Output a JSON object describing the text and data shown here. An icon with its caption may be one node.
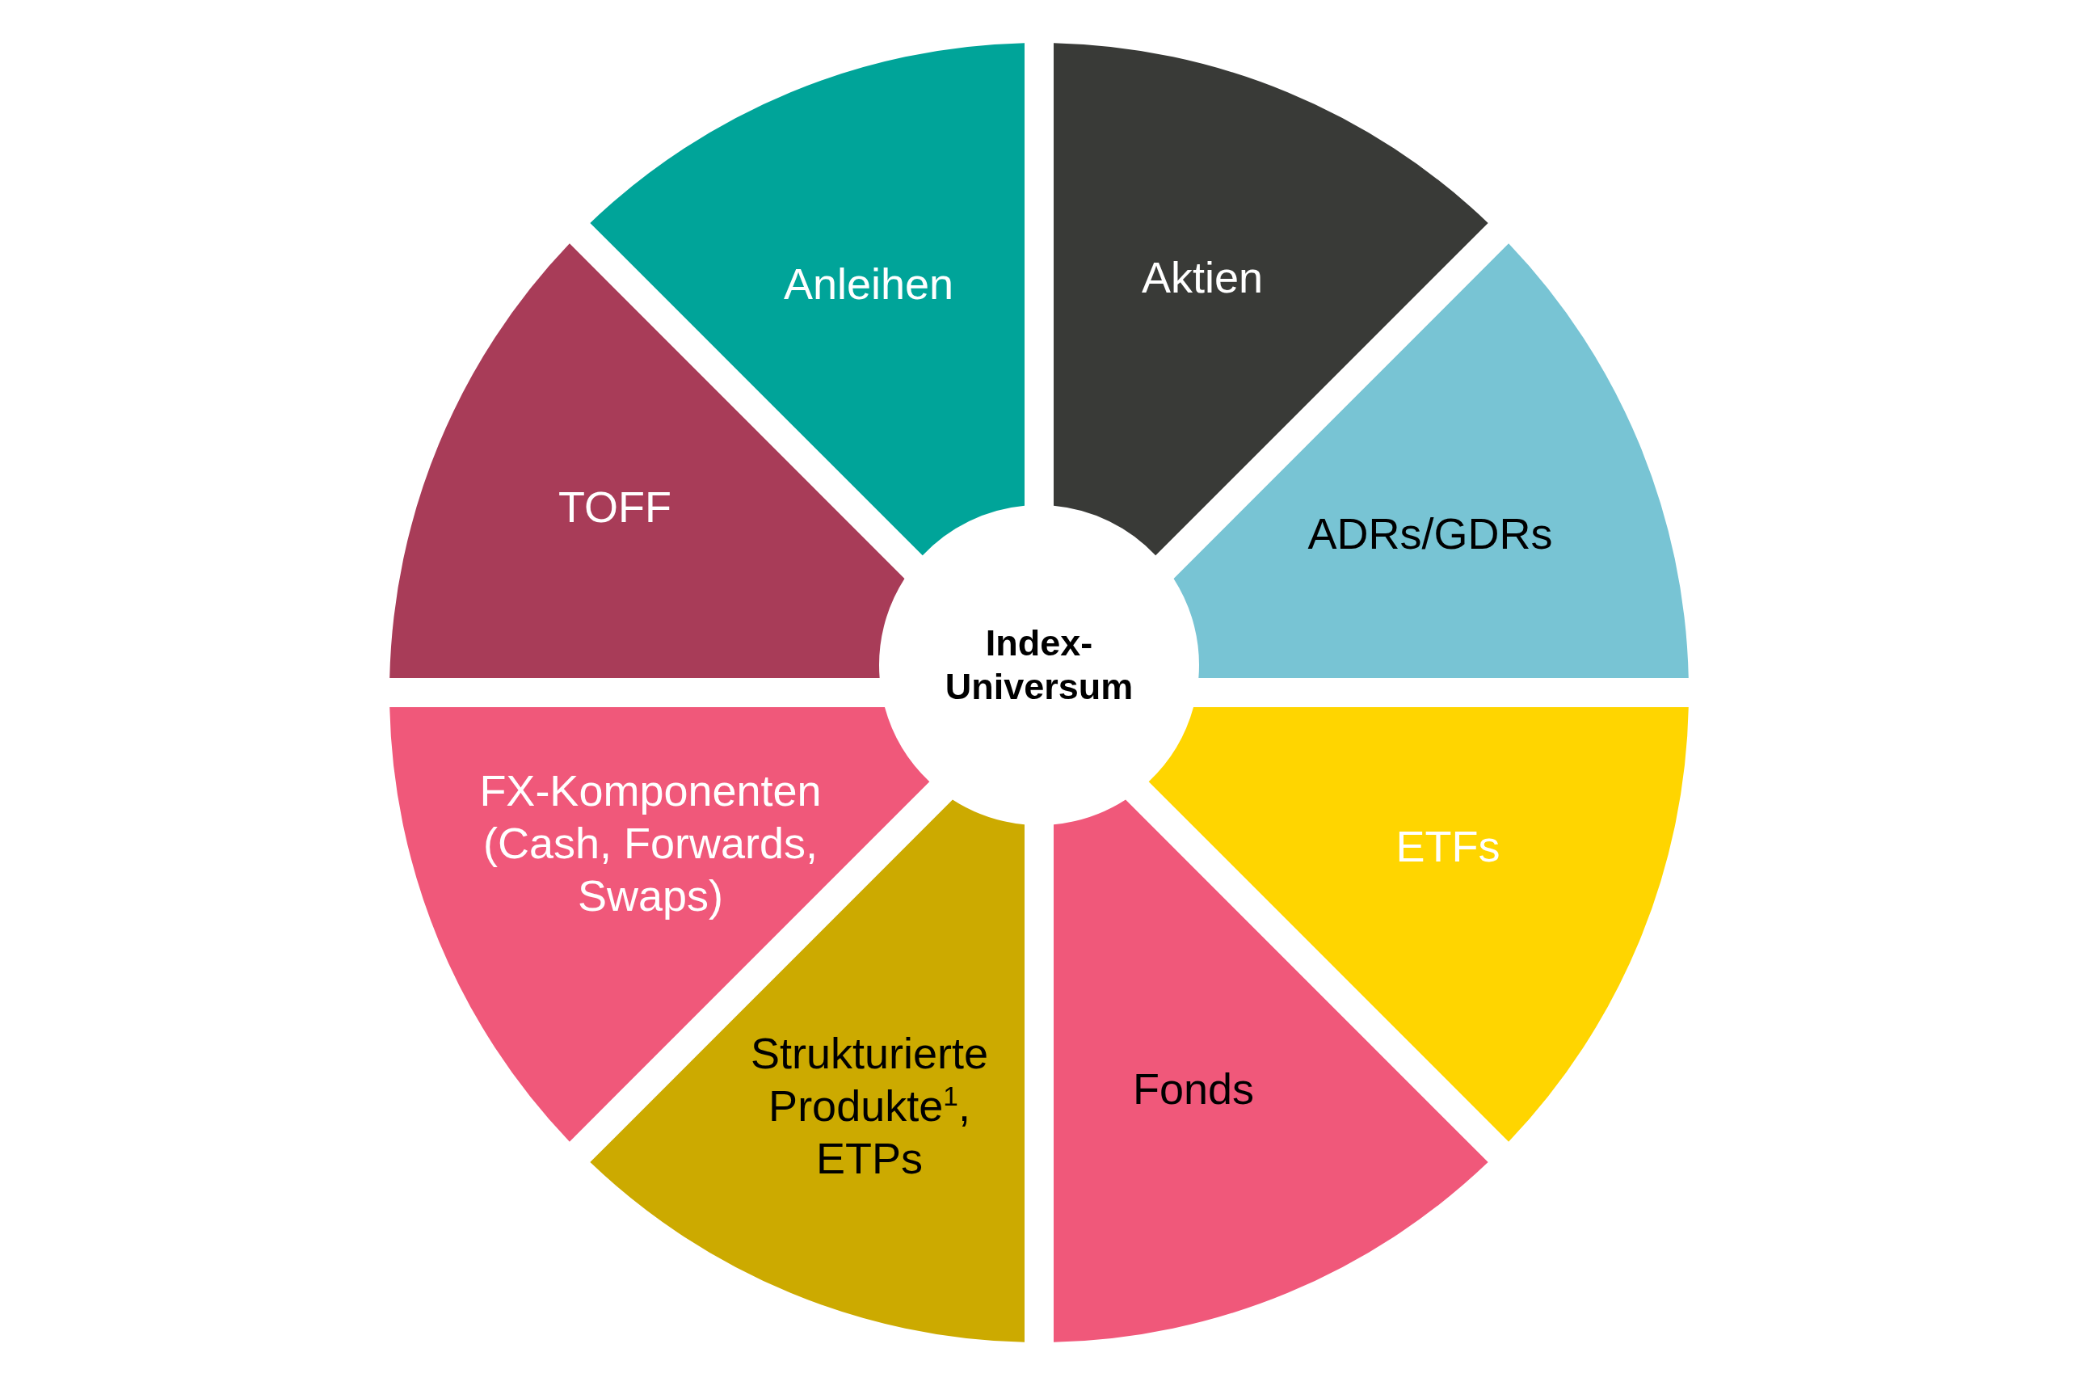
{
  "diagram": {
    "nodes": [
      {
        "text": [
          "Anleihen"
        ]
      },
      {
        "text": [
          "Aktien"
        ]
      },
      {
        "text": [
          "TOFF"
        ]
      },
      {
        "text": [
          "ADRs/GDRs"
        ]
      },
      {
        "text": [
          "Index-Universum"
        ]
      },
      {
        "text": [
          "FX-Komponenten (Cash, Forwards, Swaps)"
        ]
      },
      {
        "text": [
          "ETFs"
        ]
      },
      {
        "text": [
          "Strukturierte Produkte$^{1}$, ETPs"
        ]
      },
      {
        "text": [
          "Fonds"
        ]
      }
    ]
  }
}
